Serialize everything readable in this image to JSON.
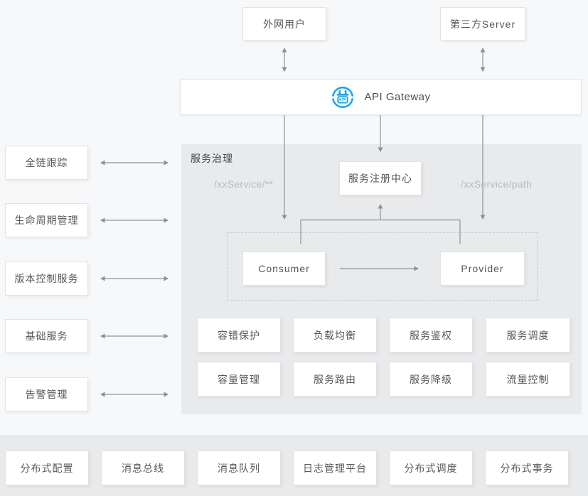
{
  "palette": {
    "bg": "#f7f8f9",
    "panel_gray": "#e9eaec",
    "accent_blue": "#1ba2fc",
    "line_gray": "#8e9196",
    "text_dark": "#54575c",
    "text_muted": "#b6bac0"
  },
  "top": {
    "external_user": "外网用户",
    "third_party_server": "第三方Server"
  },
  "gateway": {
    "label": "API Gateway",
    "icon_label": "API"
  },
  "governance": {
    "title": "服务治理",
    "registry": "服务注册中心",
    "route_left": "/xxService/**",
    "route_right": "/xxService/path",
    "consumer": "Consumer",
    "provider": "Provider",
    "capabilities": [
      "容错保护",
      "负载均衡",
      "服务鉴权",
      "服务调度",
      "容量管理",
      "服务路由",
      "服务降级",
      "流量控制"
    ]
  },
  "side": {
    "items": [
      "全链跟踪",
      "生命周期管理",
      "版本控制服务",
      "基础服务",
      "告警管理"
    ]
  },
  "foundation": {
    "items": [
      "分布式配置",
      "消息总线",
      "消息队列",
      "日志管理平台",
      "分布式调度",
      "分布式事务"
    ]
  }
}
